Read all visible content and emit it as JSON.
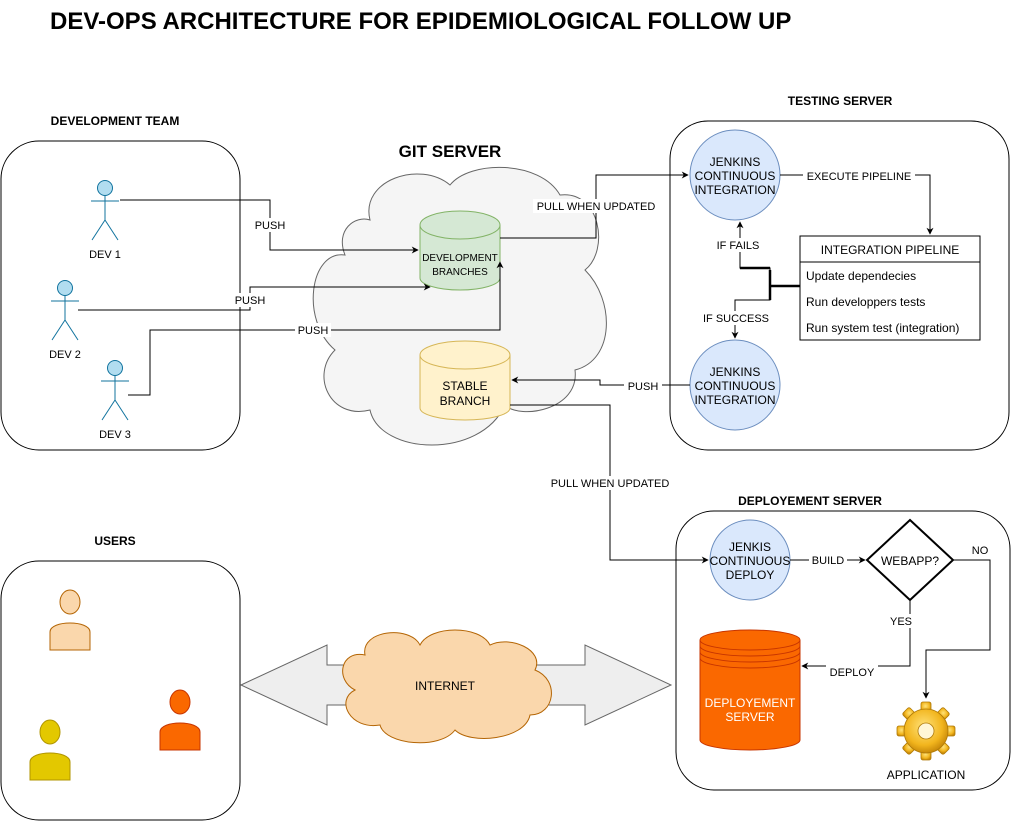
{
  "title": "DEV-OPS ARCHITECTURE FOR EPIDEMIOLOGICAL FOLLOW UP",
  "sections": {
    "development_team": "DEVELOPMENT TEAM",
    "git_server": "GIT SERVER",
    "testing_server": "TESTING SERVER",
    "deployement_server": "DEPLOYEMENT SERVER",
    "users": "USERS"
  },
  "devs": [
    "DEV 1",
    "DEV 2",
    "DEV 3"
  ],
  "git": {
    "development_branches": [
      "DEVELOPMENT",
      "BRANCHES"
    ],
    "stable_branch": [
      "STABLE",
      "BRANCH"
    ]
  },
  "testing": {
    "jenkins_ci_top": [
      "JENKINS",
      "CONTINUOUS",
      "INTEGRATION"
    ],
    "jenkins_ci_bottom": [
      "JENKINS",
      "CONTINUOUS",
      "INTEGRATION"
    ],
    "pipeline_title": "INTEGRATION PIPELINE",
    "pipeline_steps": [
      "Update dependecies",
      "Run developpers tests",
      "Run system test (integration)"
    ]
  },
  "deployment": {
    "jenkis_cd": [
      "JENKIS",
      "CONTINUOUS",
      "DEPLOY"
    ],
    "decision": "WEBAPP?",
    "db": [
      "DEPLOYEMENT",
      "SERVER"
    ],
    "application": "APPLICATION"
  },
  "internet": "INTERNET",
  "edges": {
    "push_dev1": "PUSH",
    "push_dev2": "PUSH",
    "push_dev3": "PUSH",
    "pull_when_updated_top": "PULL WHEN UPDATED",
    "execute_pipeline": "EXECUTE PIPELINE",
    "if_fails": "IF FAILS",
    "if_success": "IF SUCCESS",
    "push_stable": "PUSH",
    "pull_when_updated_bottom": "PULL WHEN UPDATED",
    "build": "BUILD",
    "no": "NO",
    "yes": "YES",
    "deploy": "DEPLOY"
  },
  "colors": {
    "jenkins_fill": "#dae8fc",
    "jenkins_stroke": "#6c8ebf",
    "dev_branch_fill": "#d5e8d4",
    "dev_branch_stroke": "#82b366",
    "stable_fill": "#fff2cc",
    "stable_stroke": "#d6b656",
    "cloud_fill": "#f5f5f5",
    "internet_fill": "#fad7ac",
    "db_fill": "#fa6800",
    "dev_person_fill": "#b1ddf0",
    "user1": "#fad7ac",
    "user2": "#e3c800",
    "user3": "#fa6800"
  },
  "icons": [
    "dev-person-icon",
    "user-person-icon",
    "gear-icon",
    "double-arrow-icon",
    "cloud-icon",
    "database-icon"
  ]
}
